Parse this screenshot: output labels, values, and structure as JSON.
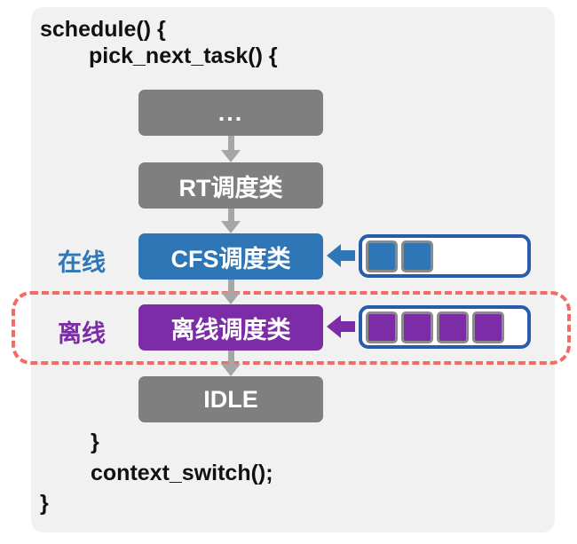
{
  "colors": {
    "panel-bg": "#f1f1f1",
    "box-gray": "#7f7f7f",
    "arrow-gray": "#a6a6a6",
    "blue": "#2e76b6",
    "queue-border": "#2a5cac",
    "purple": "#7b2ca6",
    "red-dash": "#f56a64",
    "square-border": "#8a8a8a",
    "text": "#111111",
    "box-text": "#ffffff"
  },
  "code": {
    "schedule_open": "schedule() {",
    "pick_next_task_open": "pick_next_task() {",
    "pick_next_task_close": "}",
    "context_switch": "context_switch();",
    "schedule_close": "}"
  },
  "flow": {
    "boxes": [
      {
        "label": "...",
        "kind": "gray"
      },
      {
        "label": "RT调度类",
        "kind": "gray"
      },
      {
        "label": "CFS调度类",
        "kind": "blue"
      },
      {
        "label": "离线调度类",
        "kind": "purple"
      },
      {
        "label": "IDLE",
        "kind": "gray"
      }
    ]
  },
  "side_labels": {
    "online": "在线",
    "offline": "离线"
  },
  "queues": {
    "cfs": {
      "task_count": 2
    },
    "offline": {
      "task_count": 4
    }
  }
}
